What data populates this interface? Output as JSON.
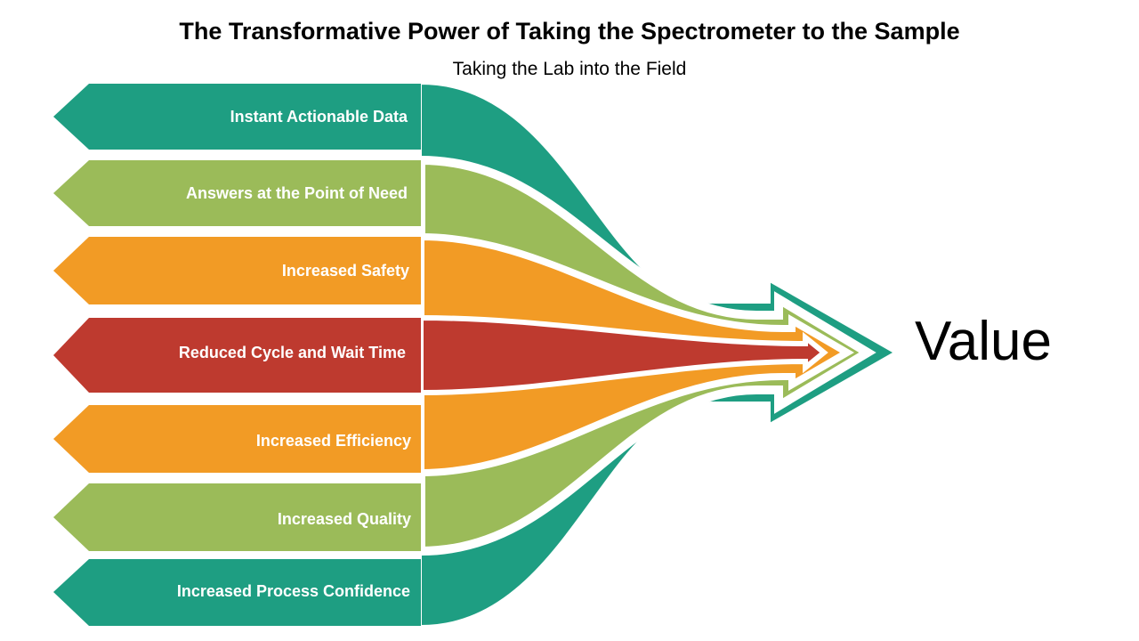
{
  "title": "The Transformative Power of Taking the Spectrometer to the Sample",
  "subtitle": "Taking the Lab into the Field",
  "result": "Value",
  "colors": {
    "teal": "#1e9e82",
    "green": "#9bbb59",
    "orange": "#f29b25",
    "red": "#be3a2f"
  },
  "items": [
    {
      "label": "Instant Actionable Data",
      "color": "teal"
    },
    {
      "label": "Answers at the Point of Need",
      "color": "green"
    },
    {
      "label": "Increased Safety",
      "color": "orange"
    },
    {
      "label": "Reduced Cycle and Wait Time",
      "color": "red"
    },
    {
      "label": "Increased Efficiency",
      "color": "orange"
    },
    {
      "label": "Increased Quality",
      "color": "green"
    },
    {
      "label": "Increased Process Confidence",
      "color": "teal"
    }
  ]
}
